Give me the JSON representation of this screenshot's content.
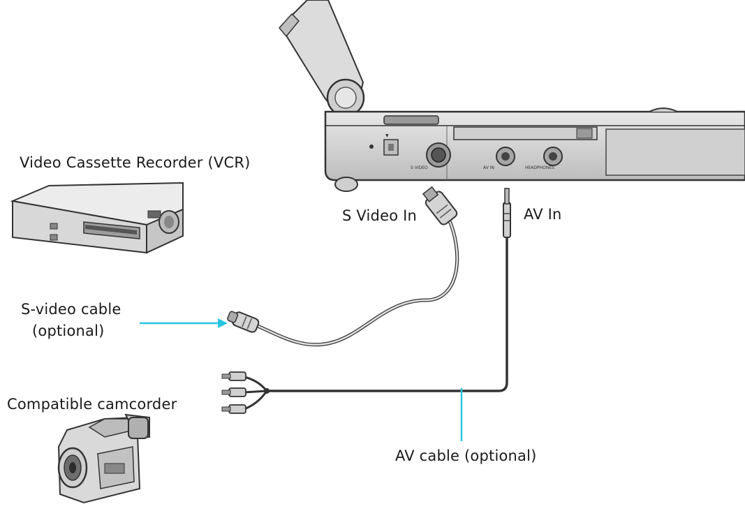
{
  "labels": {
    "vcr": "Video Cassette Recorder (VCR)",
    "s_video_in": "S Video In",
    "av_in": "AV In",
    "s_video_cable_line1": "S-video cable",
    "s_video_cable_line2": "(optional)",
    "camcorder": "Compatible camcorder",
    "av_cable": "AV cable (optional)"
  },
  "port_labels": {
    "s_video": "S VIDEO",
    "av_in": "AV IN",
    "headphones": "HEADPHONES"
  },
  "colors": {
    "callout": "#29c5df",
    "line": "#333333",
    "device_fill": "#d9d9d9",
    "device_dark": "#8a8a8a"
  }
}
